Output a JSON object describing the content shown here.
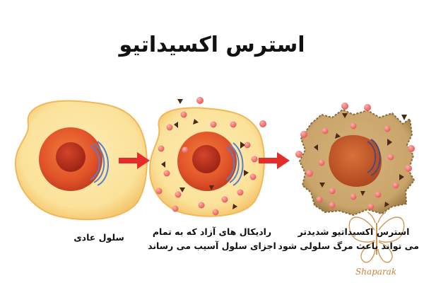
{
  "title": "استرس اکسیداتیو",
  "captions": {
    "normal_cell": "سلول عادی",
    "free_radicals_line1": "رادیکال های آزاد که به تمام",
    "free_radicals_line2": "اجزای سلول آسیب می رساند",
    "severe_line1": "استرس اکسیداتیو شدیدتر",
    "severe_line2": "می تواند باعث مرگ سلولی شود"
  },
  "logo": {
    "text": "Shaparak",
    "name": "butterfly-logo"
  },
  "colors": {
    "cell_normal": "#fbe29a",
    "cell_normal_edge": "#f2b85a",
    "cell_damaged": "#c9a56b",
    "nucleus": "#e2542a",
    "nucleolus": "#b02a1a",
    "arrow": "#e62b2b",
    "radical": "#f07b76",
    "triangle": "#4a2a1a",
    "golgi": "#5a7ec8",
    "logo": "#c8853a"
  }
}
